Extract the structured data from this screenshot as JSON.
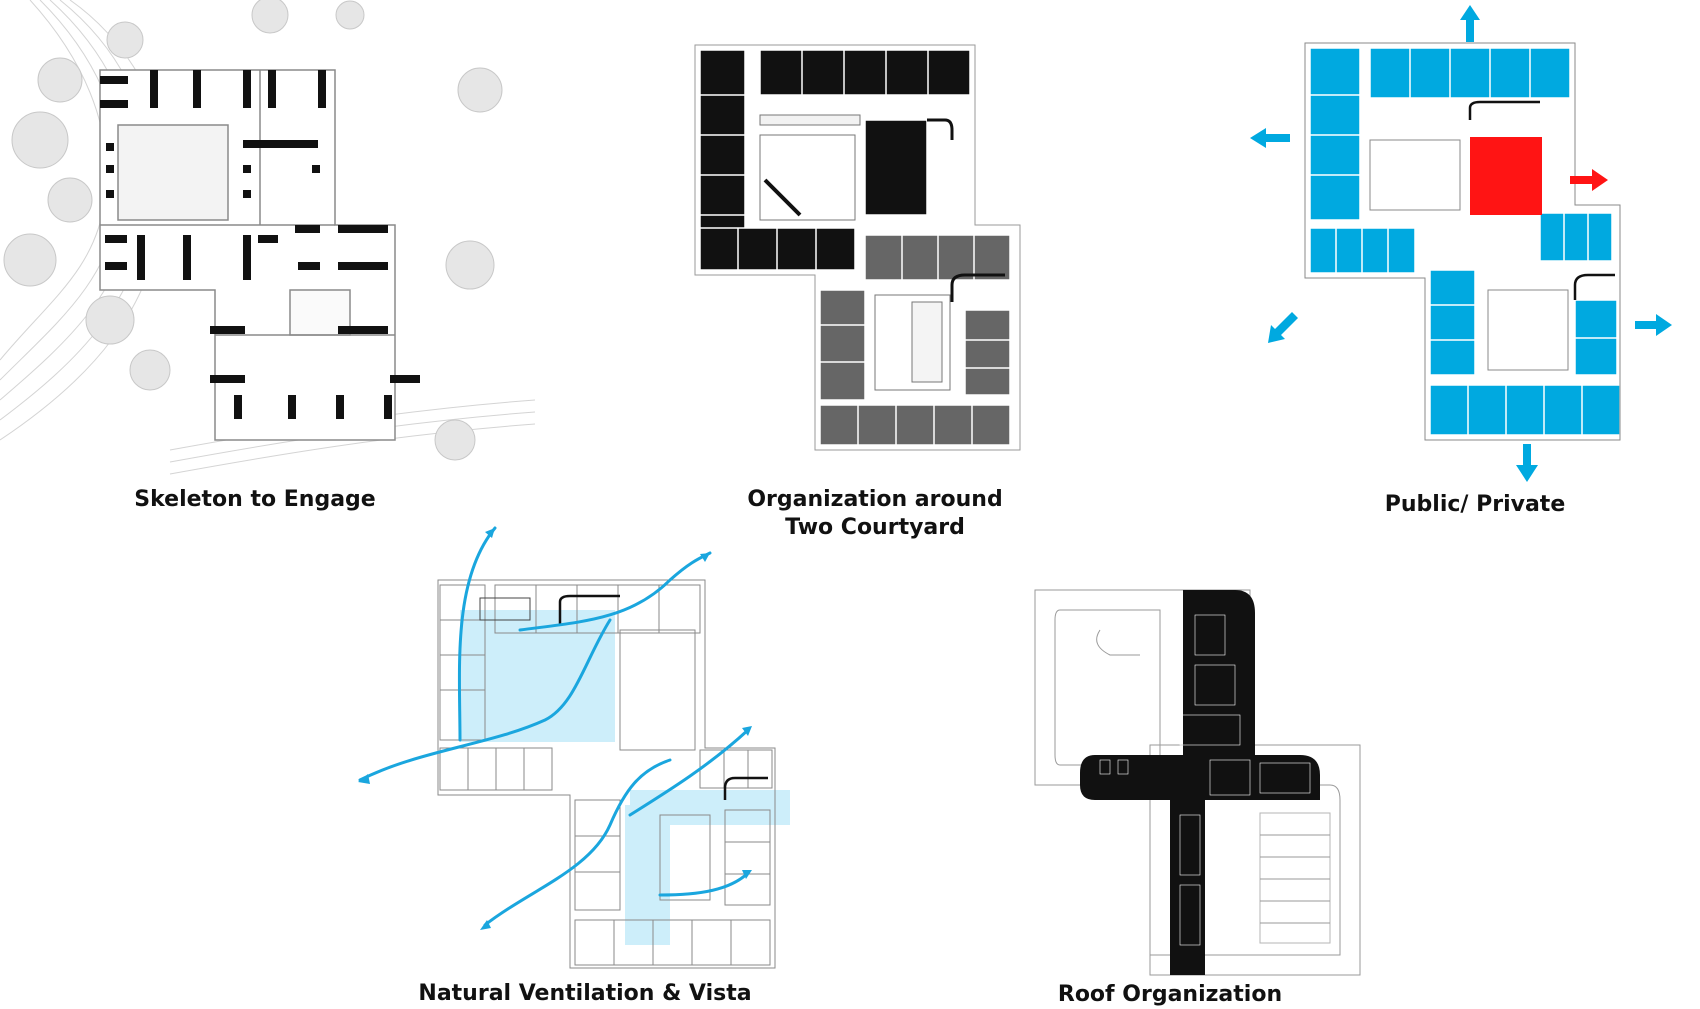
{
  "colors": {
    "ink": "#111111",
    "grey_fill": "#6d6d6d",
    "blue": "#00a9e0",
    "red": "#ff1414",
    "light_blue": "#cdeefa",
    "line": "#9a9a9a",
    "site": "#cfcfcf"
  },
  "diagrams": [
    {
      "id": "skeleton",
      "caption": "Skeleton to Engage"
    },
    {
      "id": "courtyard",
      "caption": "Organization around\nTwo Courtyard"
    },
    {
      "id": "public_private",
      "caption": "Public/ Private"
    },
    {
      "id": "ventilation",
      "caption": "Natural Ventilation & Vista"
    },
    {
      "id": "roof",
      "caption": "Roof Organization"
    }
  ]
}
